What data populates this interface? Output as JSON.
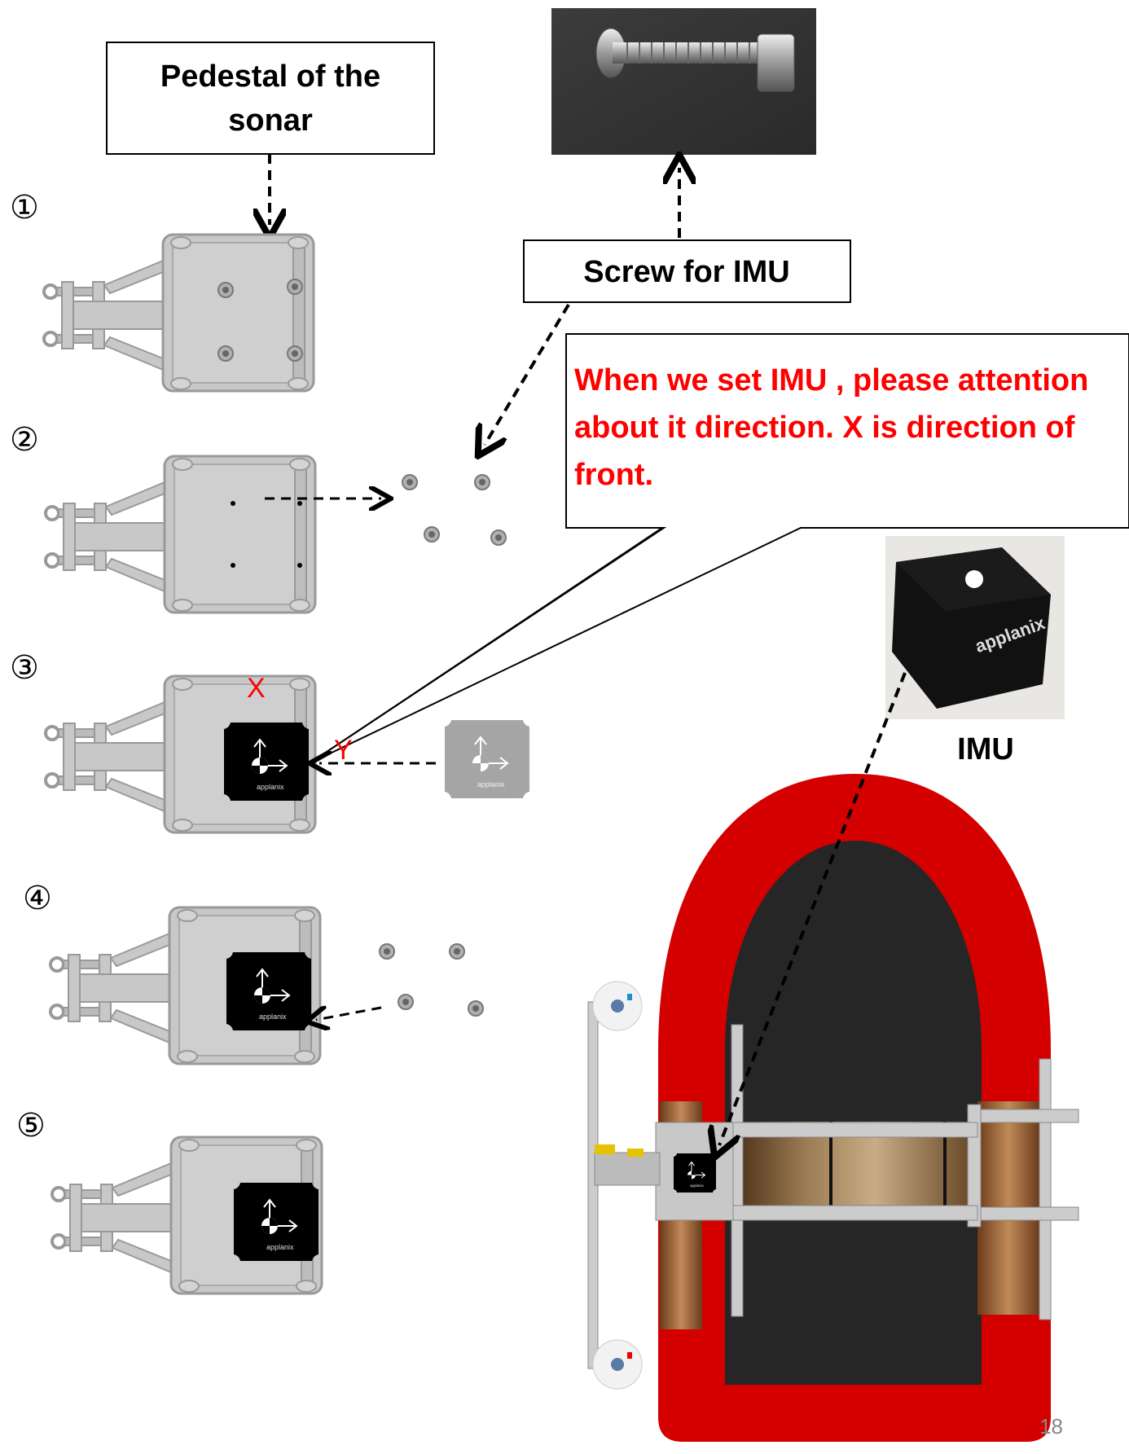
{
  "labels": {
    "pedestal": "Pedestal of the sonar",
    "screw": "Screw for IMU",
    "note": "When we set IMU , please attention about it direction. X is direction of front.",
    "imu": "IMU",
    "axis_x": "X",
    "axis_y": "Y",
    "brand": "applanix"
  },
  "steps": [
    "①",
    "②",
    "③",
    "④",
    "⑤"
  ],
  "page_number": "18",
  "colors": {
    "note_text": "#ff0000",
    "boat_hull": "#d40000",
    "boat_floor": "#262626",
    "mount_gray": "#c8c8c8",
    "imu_body": "#000000",
    "wood": "#7a5a36"
  }
}
